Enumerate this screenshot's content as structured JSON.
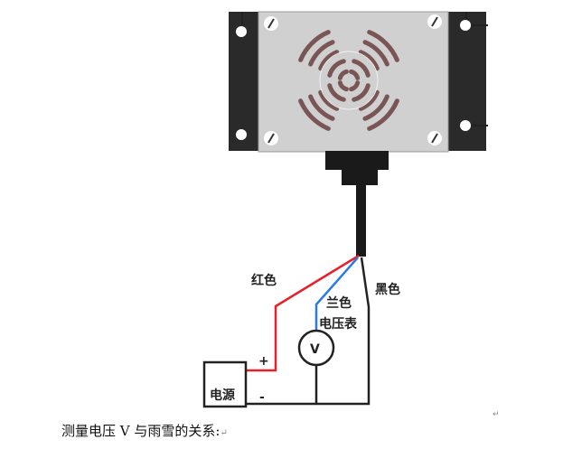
{
  "diagram": {
    "labels": {
      "red_wire": "红色",
      "blue_wire": "兰色",
      "voltmeter": "电压表",
      "black_wire": "黑色",
      "plus": "+",
      "minus": "-",
      "power_supply": "电源",
      "voltmeter_symbol": "V"
    },
    "colors": {
      "red": "#e8202a",
      "blue": "#2a7be8",
      "wire": "#222222",
      "panel": "#d0d0d0",
      "plate": "#2a2a2a",
      "rings": "#7a5555"
    }
  },
  "caption": {
    "text": "测量电压 V 与雨雪的关系:",
    "return_mark": "↵"
  },
  "return_mark": "↵"
}
